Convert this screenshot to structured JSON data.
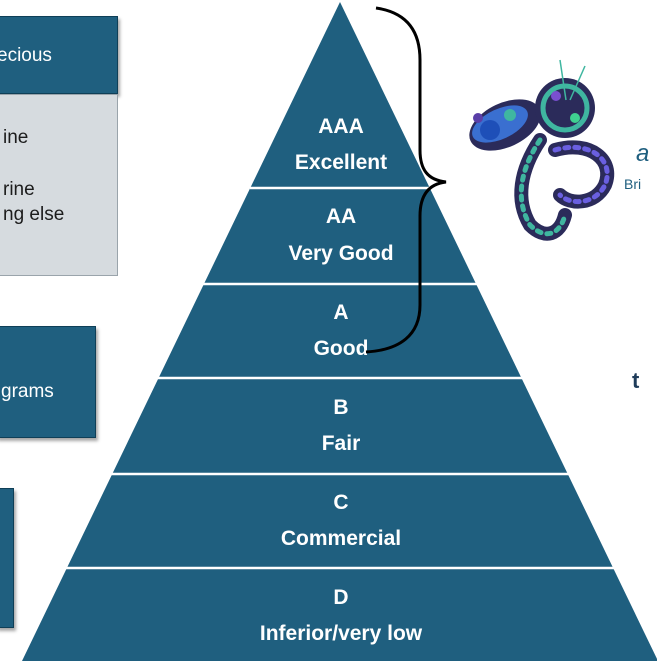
{
  "left_panel": {
    "top_box_header": "ecious",
    "top_box_lines": [
      "ine",
      "rine",
      "ng else"
    ],
    "middle_box_label": "grams"
  },
  "pyramid": {
    "tiers": [
      {
        "grade": "AAA",
        "label": "Excellent"
      },
      {
        "grade": "AA",
        "label": "Very Good"
      },
      {
        "grade": "A",
        "label": "Good"
      },
      {
        "grade": "B",
        "label": "Fair"
      },
      {
        "grade": "C",
        "label": "Commercial"
      },
      {
        "grade": "D",
        "label": "Inferior/very low"
      }
    ],
    "fill_color": "#1f5f7f",
    "divider_color": "#ffffff"
  },
  "logo": {
    "icon": "butterfly-icon",
    "letter": "a",
    "tagline": "Bri"
  },
  "right_text": {
    "fragment": "t"
  },
  "colors": {
    "accent": "#1f5f7f",
    "box_gray": "#d6dbdf"
  }
}
